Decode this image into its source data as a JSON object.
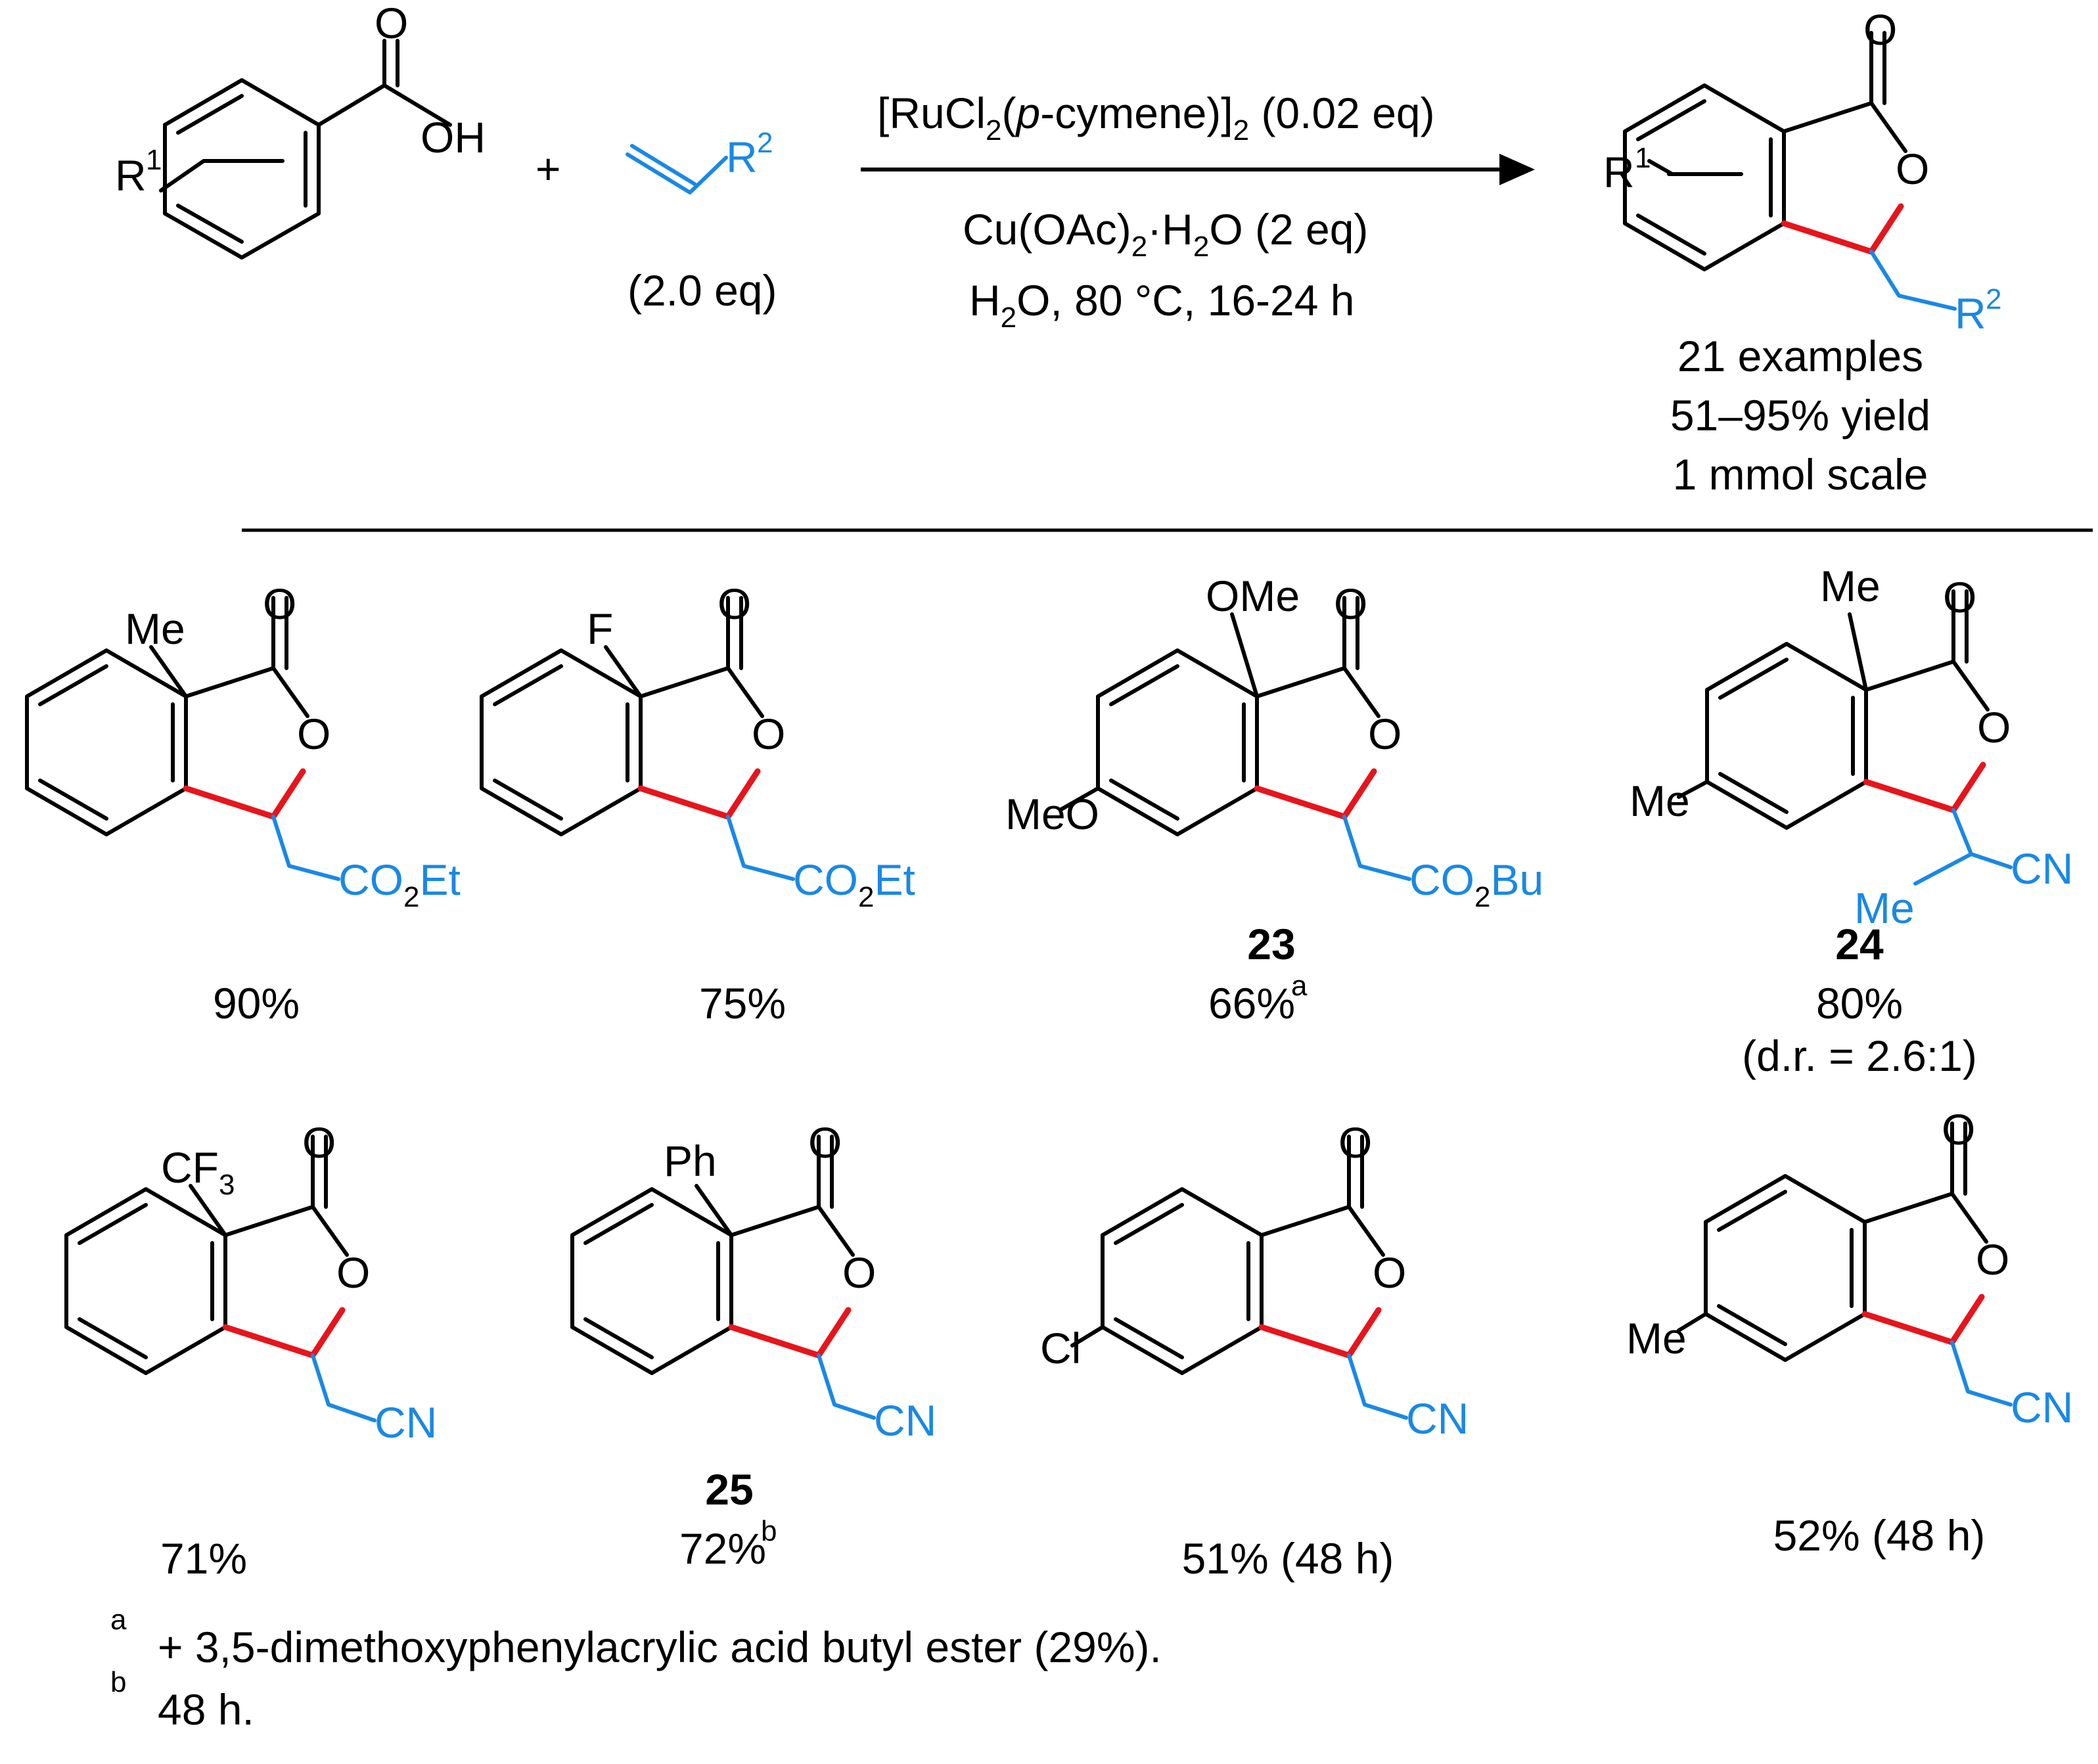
{
  "colors": {
    "bond": "#000000",
    "new_bond": "#e8141b",
    "alkene_fragment": "#1a88e6"
  },
  "scheme": {
    "reactant_acid": {
      "r1": "R",
      "r1_sup": "1",
      "oh": "OH",
      "o": "O"
    },
    "plus": "+",
    "alkene": {
      "r2": "R",
      "r2_sup": "2",
      "equiv": "(2.0 eq)"
    },
    "conditions": {
      "catalyst_pre": "[RuCl",
      "catalyst_sub": "2",
      "catalyst_mid": "(",
      "catalyst_ital": "p",
      "catalyst_post": "-cymene)]",
      "catalyst_sub2": "2",
      "catalyst_eq": " (0.02 eq)",
      "oxidant_pre": "Cu(OAc)",
      "oxidant_sub": "2",
      "oxidant_post": "·H",
      "oxidant_sub2": "2",
      "oxidant_eq": "O (2 eq)",
      "solvent_pre": "H",
      "solvent_sub": "2",
      "solvent_post": "O, 80 °C, 16-24 h"
    },
    "product": {
      "r1": "R",
      "r1_sup": "1",
      "o_carbonyl": "O",
      "o_ring": "O",
      "r2": "R",
      "r2_sup": "2",
      "summary": [
        "21 examples",
        "51–95% yield",
        "1 mmol scale"
      ]
    }
  },
  "products": [
    {
      "substituent": "Me",
      "side_chain": "CO",
      "side_sub": "2",
      "side_post": "Et",
      "o1": "O",
      "o2": "O",
      "compound": "",
      "yield": "90%",
      "note": "",
      "extra": ""
    },
    {
      "substituent": "F",
      "side_chain": "CO",
      "side_sub": "2",
      "side_post": "Et",
      "o1": "O",
      "o2": "O",
      "compound": "",
      "yield": "75%",
      "note": "",
      "extra": ""
    },
    {
      "substituent": "OMe",
      "substituent2": "MeO",
      "side_chain": "CO",
      "side_sub": "2",
      "side_post": "Bu",
      "o1": "O",
      "o2": "O",
      "compound": "23",
      "yield": "66%",
      "note": "a",
      "extra": ""
    },
    {
      "substituent": "Me",
      "substituent2": "Me",
      "side_chain": "CN",
      "side_me": "Me",
      "o1": "O",
      "o2": "O",
      "compound": "24",
      "yield": "80%",
      "note": "",
      "extra": "(d.r. = 2.6:1)"
    },
    {
      "substituent": "CF",
      "substituent_sub": "3",
      "side_chain": "CN",
      "o1": "O",
      "o2": "O",
      "compound": "",
      "yield": "71%",
      "note": "",
      "extra": ""
    },
    {
      "substituent": "Ph",
      "side_chain": "CN",
      "o1": "O",
      "o2": "O",
      "compound": "25",
      "yield": "72%",
      "note": "b",
      "extra": ""
    },
    {
      "substituent": "Cl",
      "side_chain": "CN",
      "o1": "O",
      "o2": "O",
      "compound": "",
      "yield": "51% (48 h)",
      "note": "",
      "extra": ""
    },
    {
      "substituent": "Me",
      "side_chain": "CN",
      "o1": "O",
      "o2": "O",
      "compound": "",
      "yield": "52% (48 h)",
      "note": "",
      "extra": ""
    }
  ],
  "footnotes": [
    {
      "mark": "a",
      "text": "+ 3,5-dimethoxyphenylacrylic acid butyl ester (29%)."
    },
    {
      "mark": "b",
      "text": "48 h."
    }
  ]
}
